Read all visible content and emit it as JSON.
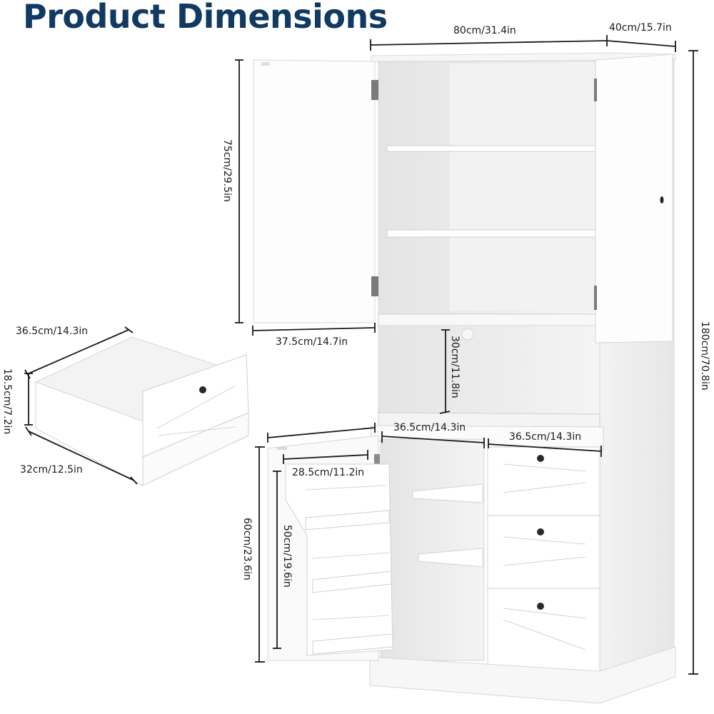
{
  "title": "Product Dimensions",
  "dimensions": {
    "overall_width": "80cm/31.4in",
    "overall_depth": "40cm/15.7in",
    "overall_height": "180cm/70.8in",
    "upper_cabinet_height": "75cm/29.5in",
    "upper_door_width": "37.5cm/14.7in",
    "open_shelf_height": "30cm/11.8in",
    "lower_door_width": "36.5cm/14.3in",
    "lower_cabinet_width": "36.5cm/14.3in",
    "drawer_section_width": "36.5cm/14.3in",
    "door_rack_width": "28.5cm/11.2in",
    "door_rack_height": "50cm/19.6in",
    "lower_cabinet_height": "60cm/23.6in",
    "drawer_width": "36.5cm/14.3in",
    "drawer_height": "18.5cm/7.2in",
    "drawer_depth": "32cm/12.5in"
  },
  "colors": {
    "title": "#113a63",
    "cabinet": "#ffffff",
    "cabinet_shade": "#e9e9e9",
    "hinge": "#7a7a7a",
    "knob": "#2a2a2a",
    "dimension_line": "#1a1a1a"
  }
}
